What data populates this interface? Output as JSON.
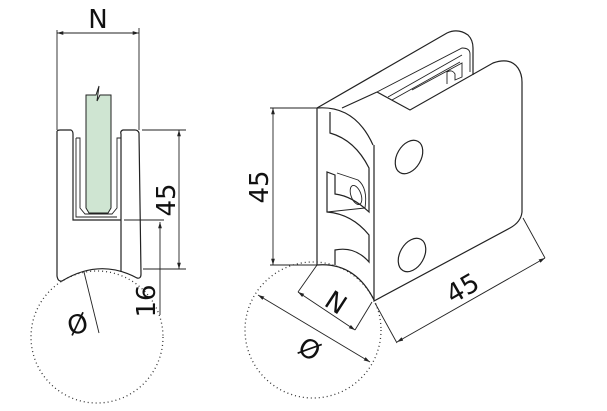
{
  "side_view": {
    "width_label": "N",
    "height_label": "45",
    "offset_label": "16",
    "diameter_label": "Ø"
  },
  "iso_view": {
    "height_label": "45",
    "length_label": "45",
    "width_label": "N",
    "diameter_label": "Ø"
  },
  "colors": {
    "glass": "#cfe5d2",
    "line": "#222222"
  }
}
